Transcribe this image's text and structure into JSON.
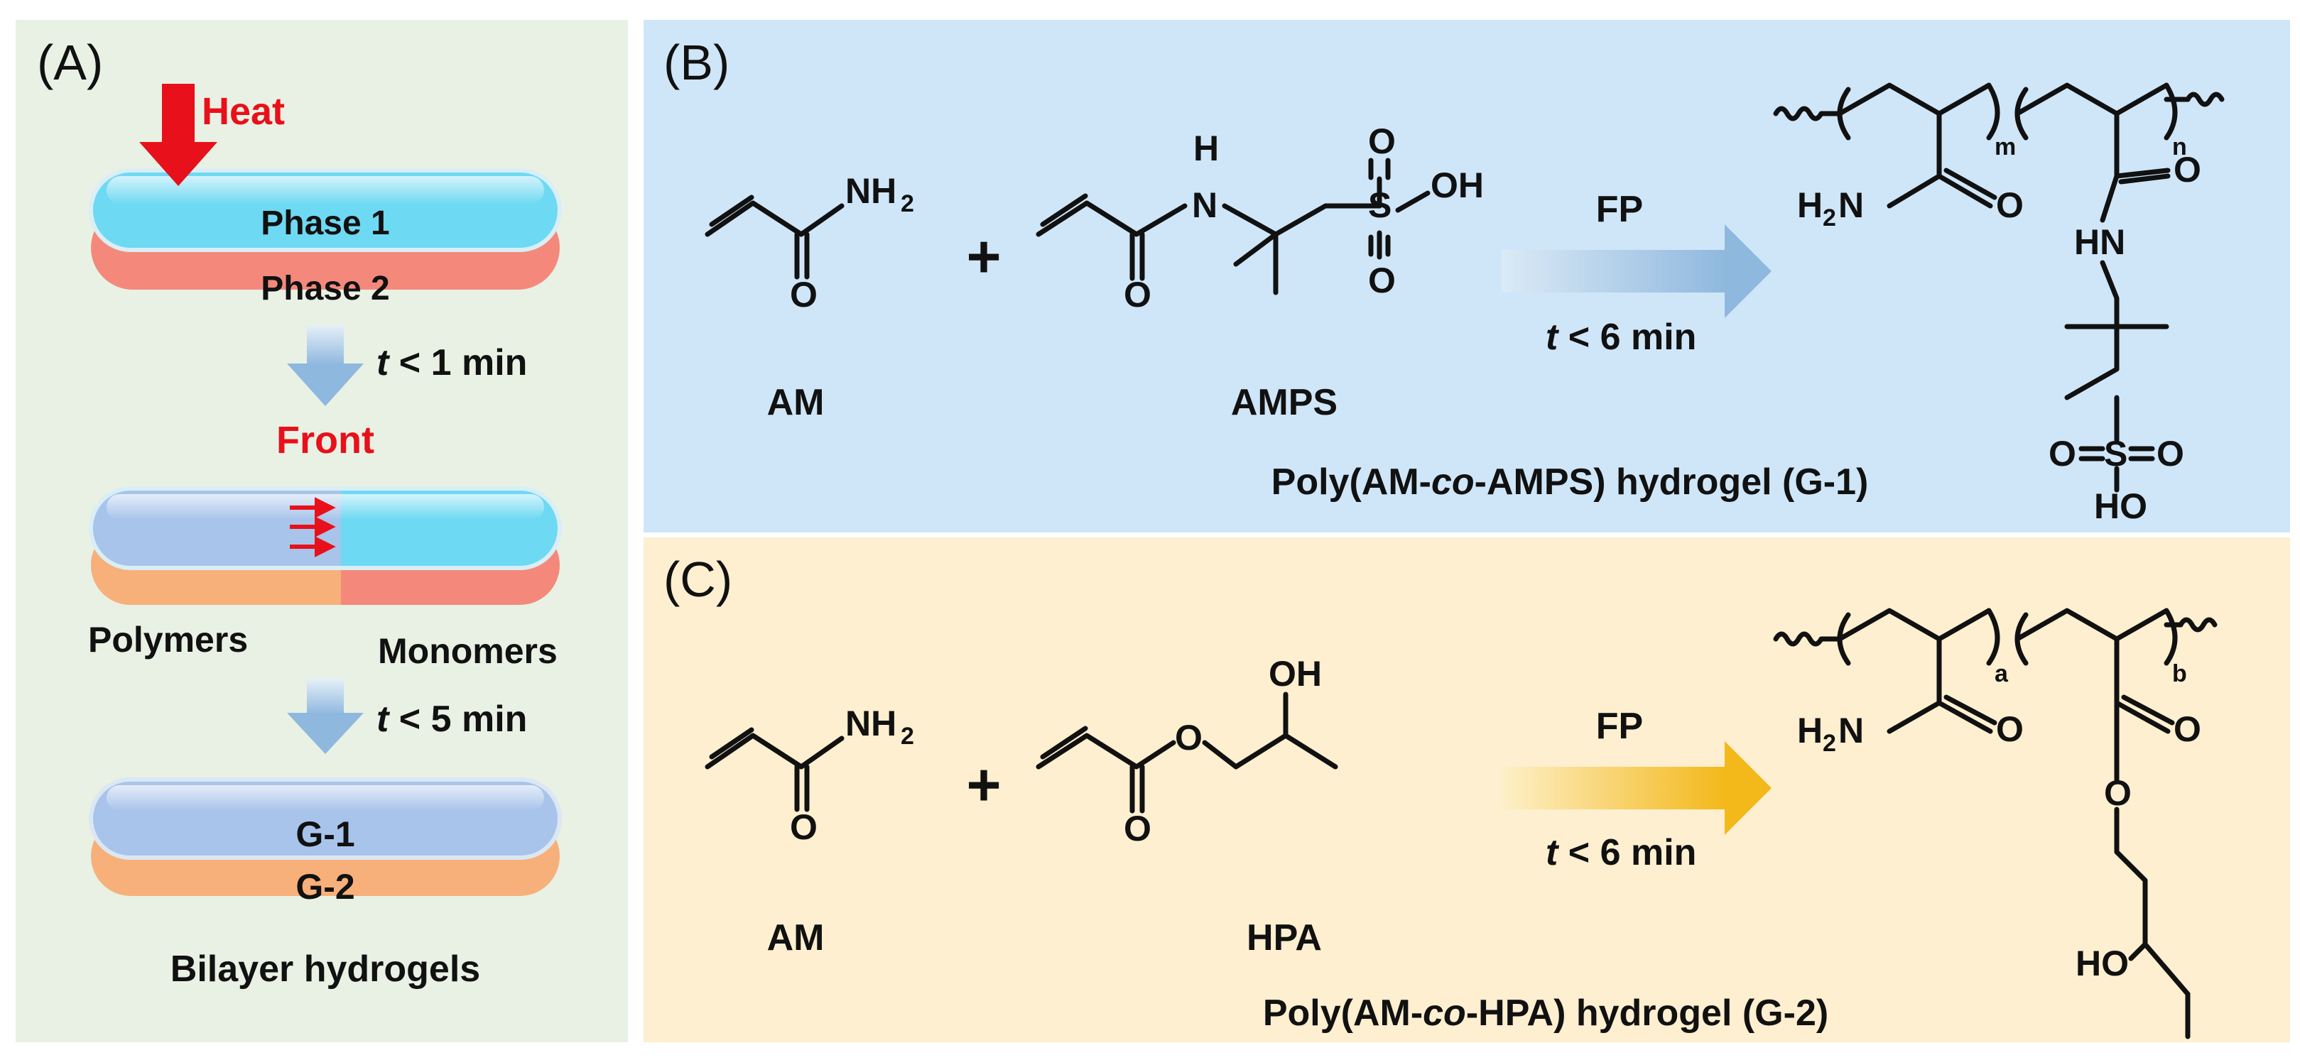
{
  "colors": {
    "panel_a_bg": "#e8f1e4",
    "panel_b_bg": "#cfe6f8",
    "panel_c_bg": "#fdefd0",
    "heat_red": "#e8101a",
    "phase1_cyan": "#6ed9f2",
    "phase2_salmon": "#f4897b",
    "polymer_blue": "#a8c4ea",
    "g2_orange": "#f7b07a",
    "arrow_blue": "#8fb8de",
    "arrow_orange": "#f3b81a"
  },
  "panel_a": {
    "letter": "(A)",
    "heat_label": "Heat",
    "phase1": "Phase 1",
    "phase2": "Phase 2",
    "step1_t": "t",
    "step1_rest": " < 1 min",
    "front_label": "Front",
    "polymers": "Polymers",
    "monomers": "Monomers",
    "step2_t": "t",
    "step2_rest": " < 5 min",
    "g1": "G-1",
    "g2": "G-2",
    "caption": "Bilayer hydrogels"
  },
  "panel_b": {
    "letter": "(B)",
    "monomer1_name": "AM",
    "monomer2_name": "AMPS",
    "plus": "+",
    "arrow_top": "FP",
    "arrow_t": "t",
    "arrow_rest": " < 6 min",
    "product_caption_pre": "Poly(AM-",
    "product_caption_co": "co",
    "product_caption_post": "-AMPS) hydrogel (G-1)",
    "sub_m": "m",
    "sub_n": "n",
    "atoms": {
      "nh2": "NH",
      "two": "2",
      "o": "O",
      "n_h": "N",
      "h": "H",
      "s": "S",
      "oh": "OH",
      "h2n_h": "H",
      "h2n_n": "N",
      "hn": "HN",
      "ho": "HO"
    }
  },
  "panel_c": {
    "letter": "(C)",
    "monomer1_name": "AM",
    "monomer2_name": "HPA",
    "plus": "+",
    "arrow_top": "FP",
    "arrow_t": "t",
    "arrow_rest": " < 6 min",
    "product_caption_pre": "Poly(AM-",
    "product_caption_co": "co",
    "product_caption_post": "-HPA) hydrogel (G-2)",
    "sub_a": "a",
    "sub_b": "b",
    "atoms": {
      "nh2": "NH",
      "two": "2",
      "o": "O",
      "oh": "OH",
      "h2n_h": "H",
      "h2n_n": "N",
      "ho": "HO"
    }
  }
}
